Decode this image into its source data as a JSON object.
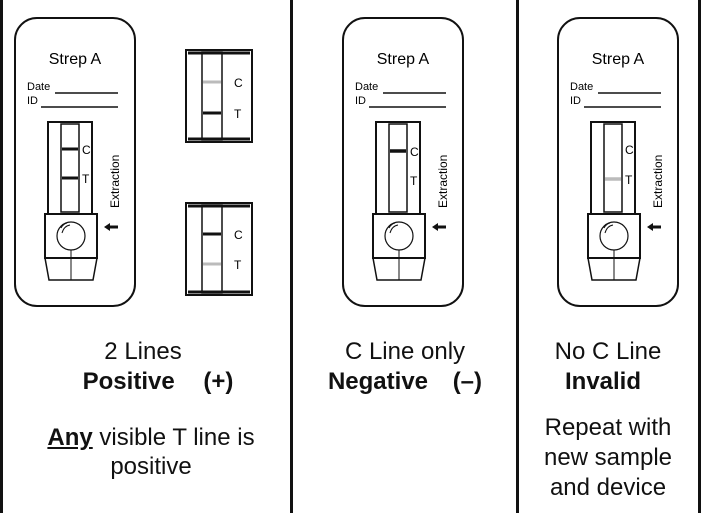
{
  "device": {
    "title": "Strep A",
    "date_label": "Date",
    "id_label": "ID",
    "control_label": "C",
    "test_label": "T",
    "side_label": "Extraction"
  },
  "panels": [
    {
      "count_label": "2 Lines",
      "result": "Positive",
      "symbol": "(+)",
      "note_emphasis": "Any",
      "note_rest": " visible T line is",
      "note_line2": "positive"
    },
    {
      "count_label": "C Line only",
      "result": "Negative",
      "symbol": "(–)"
    },
    {
      "count_label": "No C Line",
      "result": "Invalid",
      "note_lines": [
        "Repeat with",
        "new sample",
        "and device"
      ]
    }
  ],
  "colors": {
    "line_dark": "#111111",
    "line_faint": "#bbbbbb"
  }
}
